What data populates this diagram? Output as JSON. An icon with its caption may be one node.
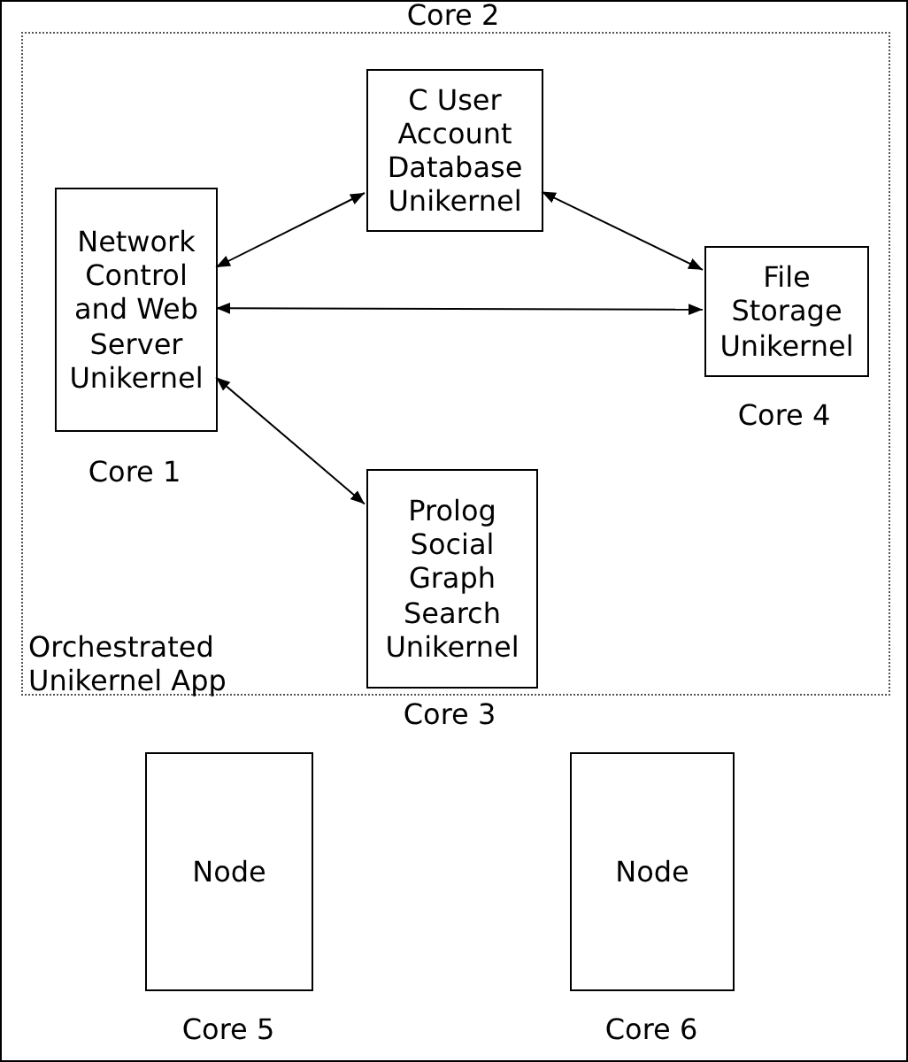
{
  "diagram": {
    "nodes": [
      {
        "text": [
          "Orchestrated Unikernel App"
        ]
      },
      {
        "text": [
          "Network Control and Web Server Unikernel"
        ],
        "in": 0,
        "beside": [
          "Core 1"
        ]
      },
      {
        "text": [
          "C User Account Database Unikernel"
        ],
        "in": 0,
        "beside": [
          "Core 2"
        ]
      },
      {
        "text": [
          "File Storage Unikernel"
        ],
        "in": 0,
        "beside": [
          "Core 4"
        ]
      },
      {
        "text": [
          "Prolog Social Graph Search Unikernel"
        ],
        "in": 0,
        "beside": [
          "Core 3"
        ]
      },
      {
        "text": [
          "Node"
        ],
        "beside": [
          "Core 5"
        ]
      },
      {
        "text": [
          "Node"
        ],
        "beside": [
          "Core 6"
        ]
      }
    ],
    "edges": [
      {
        "from": 1,
        "to": 2,
        "arrow": "both"
      },
      {
        "from": 1,
        "to": 3,
        "arrow": "both"
      },
      {
        "from": 1,
        "to": 4,
        "arrow": "both"
      },
      {
        "from": 2,
        "to": 3,
        "arrow": "both"
      }
    ]
  }
}
